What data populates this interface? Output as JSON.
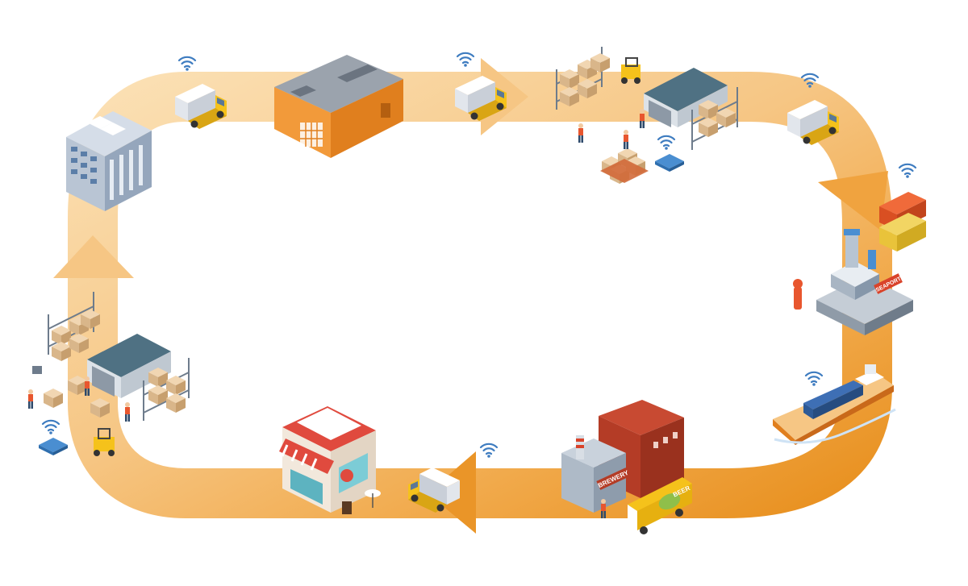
{
  "diagram": {
    "type": "supply-chain-cycle",
    "colors": {
      "loop_light": "#FAD9A6",
      "loop_mid": "#F5C07A",
      "loop_dark": "#F0A33F",
      "loop_deep": "#E8901F",
      "wifi": "#3E7CC0"
    },
    "stages": [
      {
        "id": "office",
        "icon": "office-building-icon"
      },
      {
        "id": "factory",
        "icon": "factory-building-icon"
      },
      {
        "id": "warehouse-top",
        "icon": "warehouse-icon"
      },
      {
        "id": "containers",
        "icon": "shipping-container-icon"
      },
      {
        "id": "seaport",
        "icon": "seaport-terminal-icon"
      },
      {
        "id": "cargo-ship",
        "icon": "cargo-ship-icon"
      },
      {
        "id": "brewery",
        "icon": "brewery-icon"
      },
      {
        "id": "cafe",
        "icon": "cafe-shop-icon"
      },
      {
        "id": "warehouse-left",
        "icon": "warehouse-icon"
      }
    ],
    "signs": {
      "brewery": "BREWERY",
      "beer_truck": "BEER",
      "seaport": "SEAPORT"
    }
  }
}
